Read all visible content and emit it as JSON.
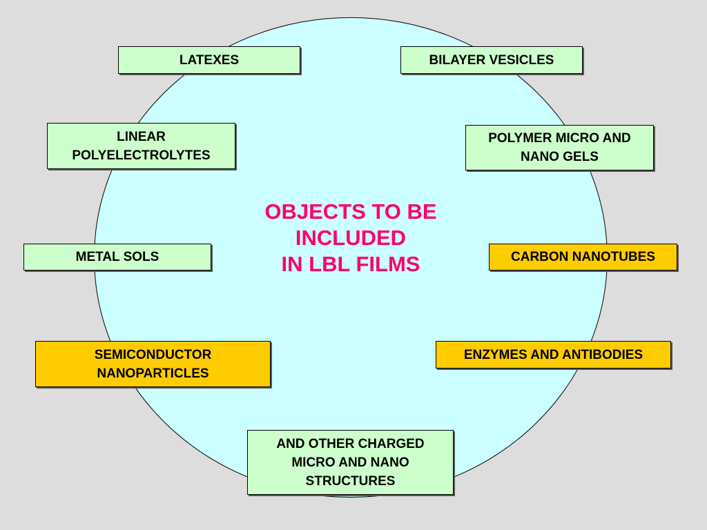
{
  "title": "OBJECTS TO BE\nINCLUDED\nIN LBL FILMS",
  "items": {
    "latexes": "LATEXES",
    "bilayer_vesicles": "BILAYER VESICLES",
    "linear_polyelectrolytes": "LINEAR\nPOLYELECTROLYTES",
    "polymer_gels": "POLYMER MICRO AND\nNANO GELS",
    "metal_sols": "METAL SOLS",
    "carbon_nanotubes": "CARBON NANOTUBES",
    "semiconductor_nanoparticles": "SEMICONDUCTOR\nNANOPARTICLES",
    "enzymes_antibodies": "ENZYMES AND ANTIBODIES",
    "other_structures": "AND OTHER CHARGED\nMICRO AND NANO\nSTRUCTURES"
  },
  "colors": {
    "background": "#dddddd",
    "circle": "#ccffff",
    "green_box": "#ccffcc",
    "yellow_box": "#ffcc00",
    "title": "#ff0066"
  }
}
